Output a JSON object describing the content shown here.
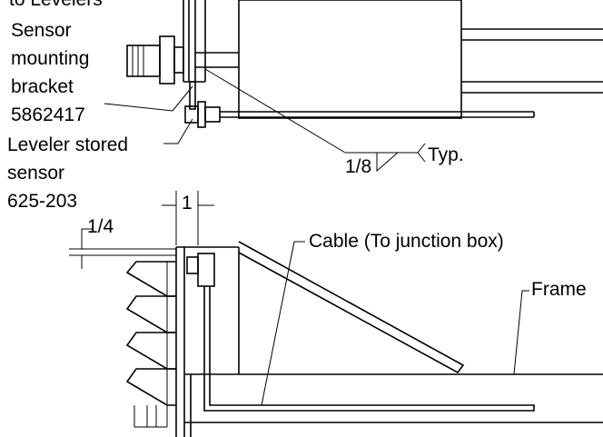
{
  "labels": {
    "header_fragment": "to Levelers",
    "sensor_bracket": [
      "Sensor",
      "mounting",
      "bracket",
      "5862417"
    ],
    "leveler_sensor": [
      "Leveler stored",
      "sensor",
      "625-203"
    ],
    "weld_size": "1/8",
    "weld_note": "Typ.",
    "dim_one": "1",
    "dim_quarter": "1/4",
    "cable": "Cable (To junction box)",
    "frame": "Frame"
  }
}
